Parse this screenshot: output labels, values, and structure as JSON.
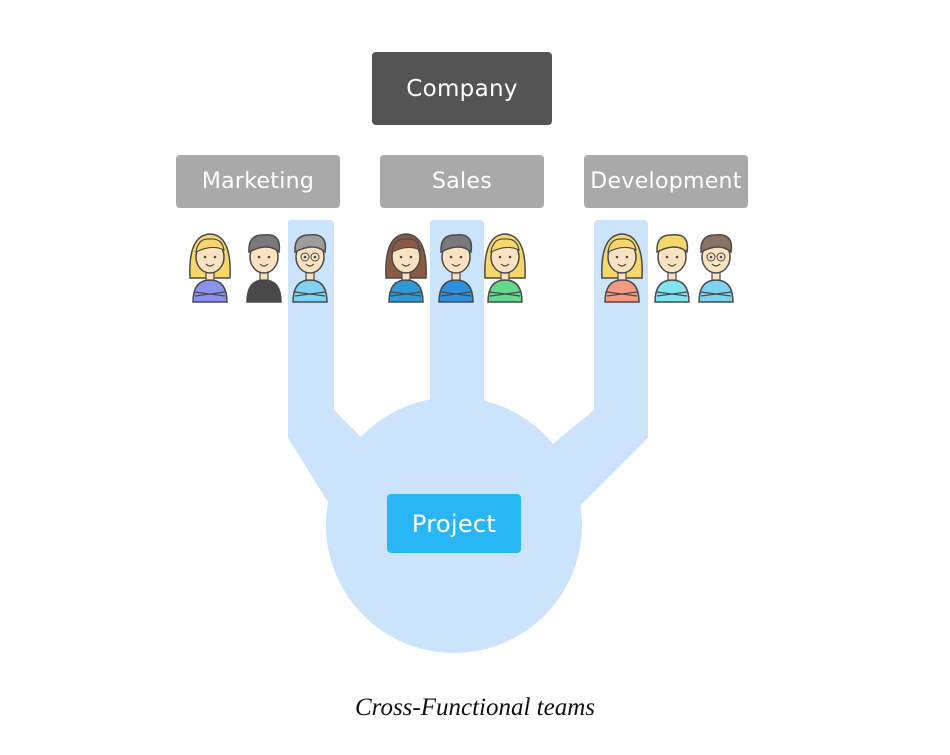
{
  "company": {
    "label": "Company"
  },
  "departments": [
    {
      "label": "Marketing",
      "selected_member": 3
    },
    {
      "label": "Sales",
      "selected_member": 2
    },
    {
      "label": "Development",
      "selected_member": 1
    }
  ],
  "project": {
    "label": "Project"
  },
  "caption": "Cross-Functional teams",
  "colors": {
    "company_box": "#545454",
    "department_box": "#a9a9a9",
    "project_box": "#29b6f6",
    "connector": "#cce4fb",
    "outline": "#4a4a4a"
  },
  "people": [
    {
      "team": "marketing",
      "hair": "blonde-long",
      "shirt": "#8c92f2"
    },
    {
      "team": "marketing",
      "hair": "gray-short",
      "shirt": "#484848"
    },
    {
      "team": "marketing",
      "hair": "gray-glasses",
      "shirt": "#7dd3f0"
    },
    {
      "team": "sales",
      "hair": "brown-long",
      "shirt": "#2d9ad6"
    },
    {
      "team": "sales",
      "hair": "gray-short",
      "shirt": "#2d8fe0"
    },
    {
      "team": "sales",
      "hair": "blonde-long",
      "shirt": "#62d98b"
    },
    {
      "team": "development",
      "hair": "blonde-long",
      "shirt": "#f39a80"
    },
    {
      "team": "development",
      "hair": "blonde-quiff",
      "shirt": "#7de4f0"
    },
    {
      "team": "development",
      "hair": "brown-glasses",
      "shirt": "#7dd3f0"
    }
  ]
}
